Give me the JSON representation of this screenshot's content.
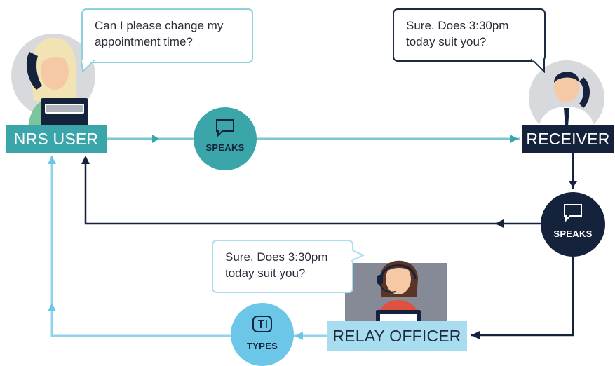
{
  "nodes": {
    "nrs_user": {
      "label": "NRS USER",
      "speech": "Can I please change my appointment time?"
    },
    "receiver": {
      "label": "RECEIVER",
      "speech": "Sure. Does 3:30pm today suit you?"
    },
    "relay_officer": {
      "label": "RELAY OFFICER",
      "speech": "Sure. Does 3:30pm today suit you?"
    }
  },
  "actions": {
    "user_speaks": {
      "label": "SPEAKS",
      "icon": "speech-bubble-icon"
    },
    "receiver_speaks": {
      "label": "SPEAKS",
      "icon": "speech-bubble-icon"
    },
    "relay_types": {
      "label": "TYPES",
      "icon": "text-cursor-icon"
    }
  },
  "colors": {
    "teal": "#3aa6aa",
    "teal_light_line": "#7cc8cf",
    "navy": "#14223c",
    "light_blue": "#6cc6e8",
    "light_blue_line": "#8fd3ee",
    "avatar_grey": "#d8d9dc"
  }
}
